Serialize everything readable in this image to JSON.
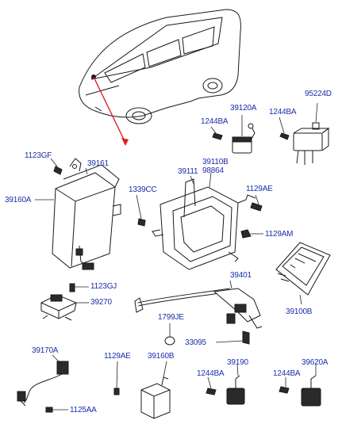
{
  "labels": {
    "p95224D": "95224D",
    "p1244BA_a": "1244BA",
    "p39120A": "39120A",
    "p1244BA_b": "1244BA",
    "p1123GF": "1123GF",
    "p39161": "39161",
    "p39110B": "39110B",
    "p98864": "98864",
    "p39111": "39111",
    "p39160A": "39160A",
    "p1339CC": "1339CC",
    "p1129AE_a": "1129AE",
    "p1129AM": "1129AM",
    "p1123GJ": "1123GJ",
    "p39270": "39270",
    "p39401": "39401",
    "p39100B": "39100B",
    "p1799JE": "1799JE",
    "p33095": "33095",
    "p39170A": "39170A",
    "p1129AE_b": "1129AE",
    "p39160B": "39160B",
    "p39190": "39190",
    "p39620A": "39620A",
    "p1244BA_c": "1244BA",
    "p1244BA_d": "1244BA",
    "p1125AA": "1125AA"
  },
  "colors": {
    "label_text": "#1a2fa8",
    "pointer_arrow": "#e02020",
    "line_art": "#1a1a1a"
  }
}
